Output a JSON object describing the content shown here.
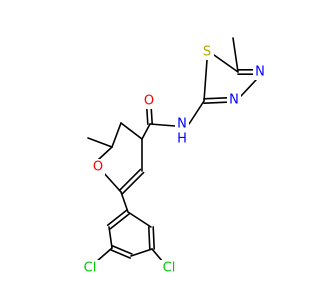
{
  "colors": {
    "bond": "#000000",
    "O": "#ff0000",
    "N": "#0000ff",
    "S": "#b3a600",
    "Cl": "#00cc00",
    "H": "#0000ff"
  },
  "labels": {
    "o_carbonyl": "O",
    "n_amide": "N",
    "h_amide": "H",
    "s_ring": "S",
    "n_ring_top": "N",
    "n_ring_bottom": "N",
    "o_furan": "O",
    "cl_left": "Cl",
    "cl_right": "Cl"
  }
}
